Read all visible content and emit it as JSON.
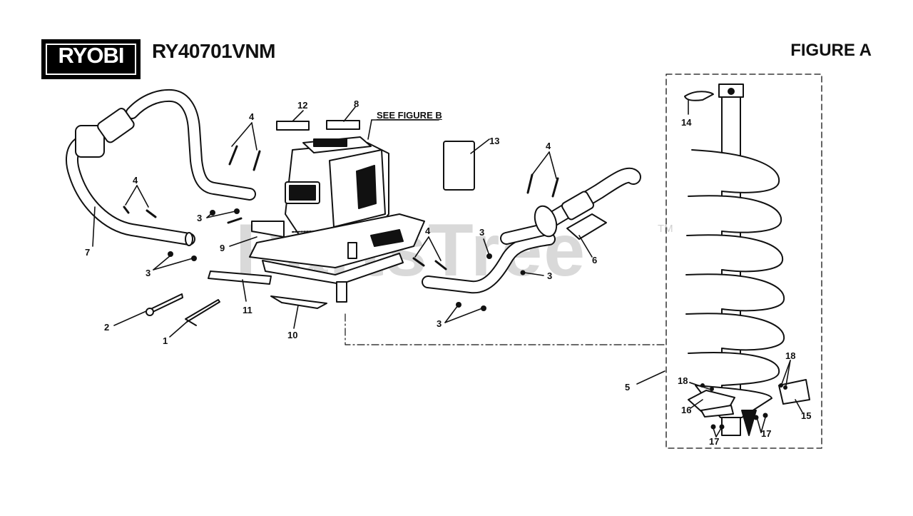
{
  "header": {
    "brand": "RYOBI",
    "model": "RY40701VNM",
    "figure": "FIGURE A"
  },
  "callouts": {
    "see_figure": "SEE FIGURE B"
  },
  "watermark": {
    "text": "PartsTree",
    "trademark": "TM"
  },
  "part_numbers": {
    "n1": "1",
    "n2": "2",
    "n3a": "3",
    "n3b": "3",
    "n3c": "3",
    "n3d": "3",
    "n3e": "3",
    "n4a": "4",
    "n4b": "4",
    "n4c": "4",
    "n4d": "4",
    "n5": "5",
    "n6": "6",
    "n7": "7",
    "n8": "8",
    "n9": "9",
    "n10": "10",
    "n11": "11",
    "n12": "12",
    "n13": "13",
    "n14": "14",
    "n15": "15",
    "n16": "16",
    "n17a": "17",
    "n17b": "17",
    "n18a": "18",
    "n18b": "18"
  }
}
